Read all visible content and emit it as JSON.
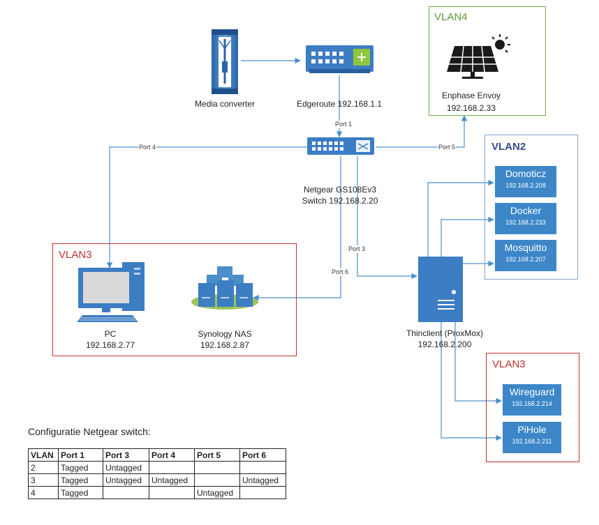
{
  "devices": {
    "media_converter": {
      "label": "Media converter"
    },
    "edgerouter": {
      "label": "Edgeroute 192.168.1.1"
    },
    "switch": {
      "line1": "Netgear GS108Ev3",
      "line2": "Switch 192.168.2.20"
    },
    "enphase": {
      "line1": "Enphase Envoy",
      "line2": "192.168.2.33"
    },
    "pc": {
      "line1": "PC",
      "line2": "192.168.2.77"
    },
    "nas": {
      "line1": "Synology NAS",
      "line2": "192.168.2.87"
    },
    "thinclient": {
      "line1": "Thinclient (ProxMox)",
      "line2": "192.168.2.200"
    }
  },
  "ports": {
    "p1": "Port 1",
    "p3": "Port 3",
    "p4": "Port 4",
    "p5": "Port 5",
    "p6": "Port 6"
  },
  "vlans": {
    "vlan4": {
      "title": "VLAN4"
    },
    "vlan2": {
      "title": "VLAN2"
    },
    "vlan3_left": {
      "title": "VLAN3"
    },
    "vlan3_right": {
      "title": "VLAN3"
    }
  },
  "services": {
    "domoticz": {
      "name": "Domoticz",
      "ip": "192.168.2.208"
    },
    "docker": {
      "name": "Docker",
      "ip": "192.168.2.233"
    },
    "mosquitto": {
      "name": "Mosquitto",
      "ip": "192.168.2.207"
    },
    "wireguard": {
      "name": "Wireguard",
      "ip": "192.168.2.214"
    },
    "pihole": {
      "name": "PiHole",
      "ip": "192.168.2.211"
    }
  },
  "colors": {
    "line": "#4a8fc9",
    "vlan4": "#70ad47",
    "vlan2": "#8aa2c8",
    "vlan3": "#c0312e",
    "service": "#3d87c8"
  },
  "config": {
    "title": "Configuratie Netgear switch:",
    "headers": [
      "VLAN",
      "Port 1",
      "Port 3",
      "Port 4",
      "Port 5",
      "Port 6"
    ],
    "rows": [
      [
        "2",
        "Tagged",
        "Untagged",
        "",
        "",
        ""
      ],
      [
        "3",
        "Tagged",
        "Untagged",
        "Untagged",
        "",
        "Untagged"
      ],
      [
        "4",
        "Tagged",
        "",
        "",
        "Untagged",
        ""
      ]
    ]
  }
}
